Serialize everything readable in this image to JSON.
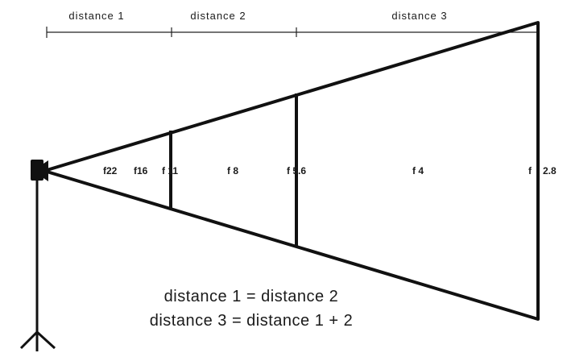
{
  "distance_labels": {
    "d1": "distance 1",
    "d2": "distance 2",
    "d3": "distance 3"
  },
  "fstops": {
    "f22": "f22",
    "f16": "f16",
    "f11": "f 11",
    "f8": "f 8",
    "f5_6": "f 5.6",
    "f4": "f 4",
    "f2_8_prefix": "f",
    "f2_8_value": "2.8"
  },
  "equations": {
    "line1": "distance 1 = distance 2",
    "line2": "distance 3 = distance 1 + 2"
  }
}
